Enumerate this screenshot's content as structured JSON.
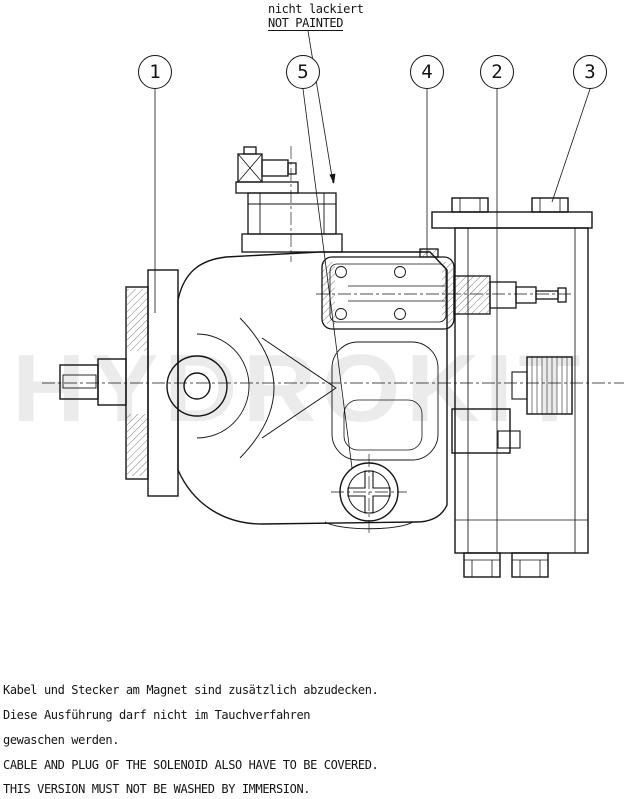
{
  "drawing": {
    "top_note": {
      "de": "nicht lackiert",
      "en": "NOT PAINTED"
    },
    "callouts": [
      {
        "number": "1"
      },
      {
        "number": "5"
      },
      {
        "number": "4"
      },
      {
        "number": "2"
      },
      {
        "number": "3"
      }
    ],
    "notes": [
      "Kabel und Stecker am Magnet sind zusätzlich abzudecken.",
      "Diese Ausführung darf nicht im Tauchverfahren",
      "gewaschen werden.",
      "CABLE AND PLUG OF THE SOLENOID ALSO HAVE TO BE COVERED.",
      "THIS VERSION MUST NOT BE WASHED BY IMMERSION."
    ],
    "watermark": "HYDROKIT",
    "colors": {
      "line": "#141414",
      "watermark": "rgba(0,0,0,0.08)"
    }
  }
}
